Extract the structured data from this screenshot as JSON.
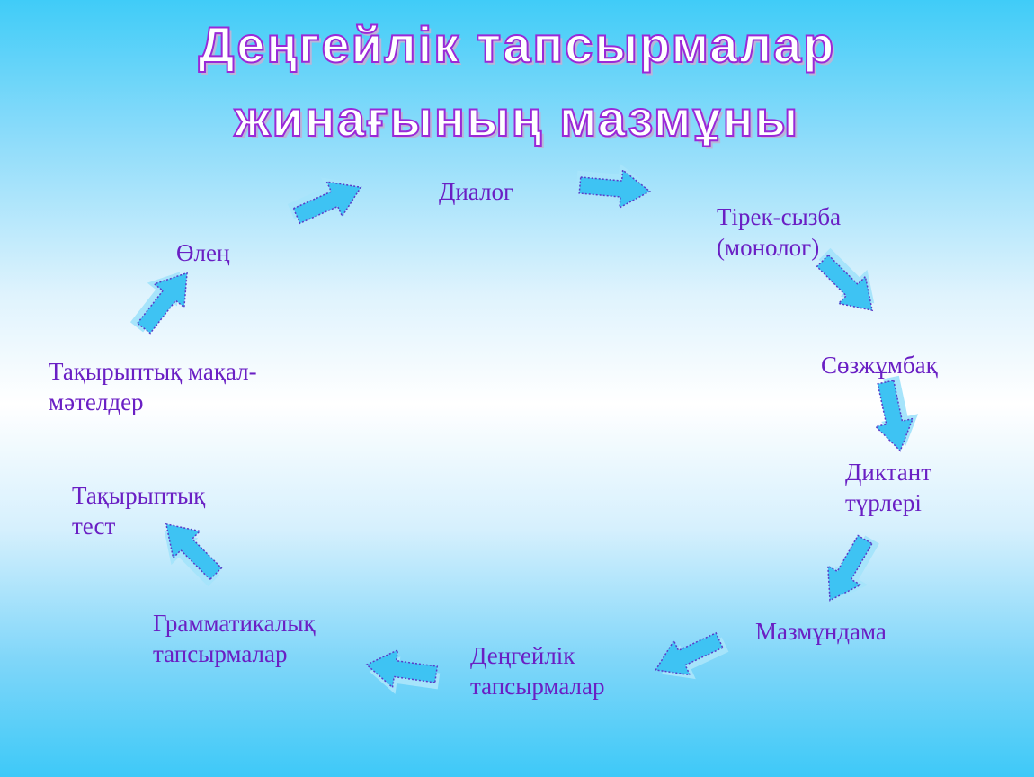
{
  "title": {
    "line1": "Деңгейлік  тапсырмалар",
    "line2": "жинағының  мазмұны"
  },
  "nodes": {
    "dialog": "Диалог",
    "tirek_line1": "Тірек-сызба",
    "tirek_line2": "(монолог)",
    "sozjumbak": "Сөзжұмбақ",
    "diktant_line1": "Диктант",
    "diktant_line2": "түрлері",
    "mazmundama": "Мазмұндама",
    "dengeilik_line1": "Деңгейлік",
    "dengeilik_line2": "тапсырмалар",
    "grammatika_line1": "Грамматикалық",
    "grammatika_line2": "тапсырмалар",
    "test_line1": "Тақырыптық",
    "test_line2": "тест",
    "makal_line1": "Тақырыптық  мақал-",
    "makal_line2": "мәтелдер",
    "olen": "Өлең"
  },
  "colors": {
    "title_outline": "#9a28d8",
    "node_text": "#6a1fc4",
    "arrow_fill": "#3ec3f3",
    "arrow_shadow": "#a6e4fb",
    "arrow_outline": "#5a3cc8"
  }
}
